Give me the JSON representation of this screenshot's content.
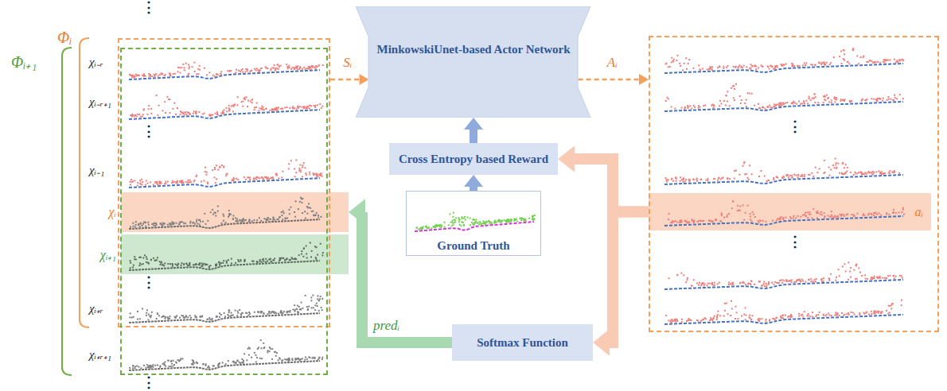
{
  "diagram": {
    "nodes": [
      {
        "text": [
          "Φᵢ"
        ]
      },
      {
        "text": [
          "Φᵢ₊₁"
        ]
      },
      {
        "text": [
          "χᵢ"
        ],
        "in": 1
      },
      {
        "text": [
          "χᵢ₊₁"
        ],
        "in": 1
      },
      {
        "text": [
          "MinkowskiUnet-based Actor Network"
        ]
      },
      {
        "text": [
          "Cross Entropy based Reward"
        ]
      },
      {
        "text": [
          "Ground Truth"
        ]
      },
      {
        "text": [
          "Softmax Function"
        ]
      },
      {
        "text": []
      },
      {
        "text": [
          "aᵢ"
        ],
        "in": 8
      }
    ],
    "edges": [
      {
        "from": 0,
        "to": 4,
        "label": "Sᵢ",
        "arrow": "to"
      },
      {
        "from": 4,
        "to": 8,
        "label": "Aᵢ",
        "arrow": "to"
      },
      {
        "from": 9,
        "to": 5,
        "arrow": "to"
      },
      {
        "from": 9,
        "to": 7,
        "arrow": "to"
      },
      {
        "from": 7,
        "to": 2,
        "label": "predᵢ",
        "arrow": "to"
      },
      {
        "from": 5,
        "to": 4,
        "arrow": "to"
      },
      {
        "from": 6,
        "to": 5,
        "arrow": "to"
      }
    ],
    "labels": [
      "⋮",
      "χᵢ₋ᵣ",
      "χᵢ₋ᵣ₊₁",
      "⋮",
      "χᵢ₋₁",
      "⋮",
      "χᵢ₊ᵣ",
      "χᵢ₊ᵣ₊₁",
      "⋮",
      "⋮",
      "⋮"
    ]
  }
}
